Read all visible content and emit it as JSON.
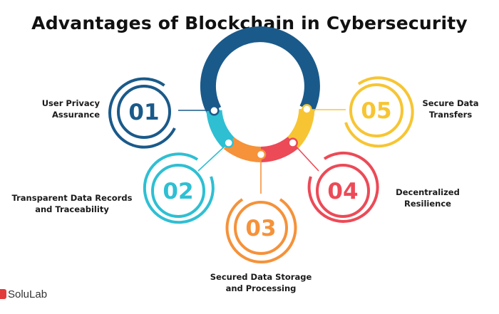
{
  "title": "Advantages of Blockchain in Cybersecurity",
  "colors": {
    "blue": "#1a5a8a",
    "teal": "#2fbfd3",
    "orange": "#f5923a",
    "red": "#ec4a57",
    "yellow": "#f7c533"
  },
  "items": [
    {
      "number": "01",
      "line1": "User Privacy",
      "line2": "Assurance"
    },
    {
      "number": "02",
      "line1": "Transparent Data Records",
      "line2": "and Traceability"
    },
    {
      "number": "03",
      "line1": "Secured Data Storage",
      "line2": "and Processing"
    },
    {
      "number": "04",
      "line1": "Decentralized",
      "line2": "Resilience"
    },
    {
      "number": "05",
      "line1": "Secure Data",
      "line2": "Transfers"
    }
  ],
  "brand": {
    "name": "SoluLab"
  }
}
